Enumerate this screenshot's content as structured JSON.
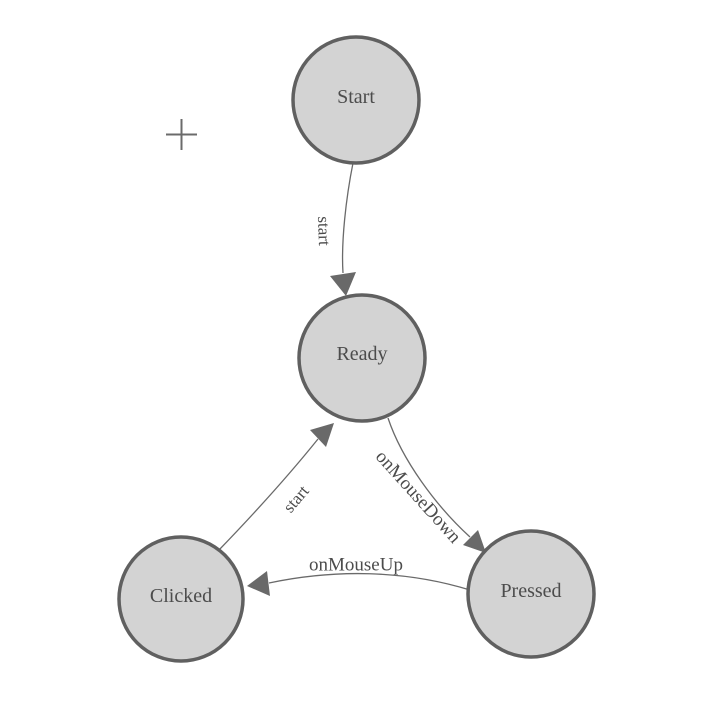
{
  "diagram": {
    "type": "state-machine",
    "nodes": [
      {
        "id": "start",
        "label": "Start"
      },
      {
        "id": "ready",
        "label": "Ready"
      },
      {
        "id": "clicked",
        "label": "Clicked"
      },
      {
        "id": "pressed",
        "label": "Pressed"
      }
    ],
    "edges": [
      {
        "from": "Start",
        "to": "Ready",
        "label": "start"
      },
      {
        "from": "Ready",
        "to": "Pressed",
        "label": "onMouseDown"
      },
      {
        "from": "Pressed",
        "to": "Clicked",
        "label": "onMouseUp"
      },
      {
        "from": "Clicked",
        "to": "Ready",
        "label": "start"
      }
    ]
  },
  "palette": {
    "background": "#ffffff",
    "node_fill": "#d3d3d3",
    "node_stroke": "#606060",
    "edge_color": "#6a6a6a",
    "arrow_fill": "#696969",
    "text_color": "#4c4c4c",
    "crosshair_color": "#6b6b6b"
  }
}
